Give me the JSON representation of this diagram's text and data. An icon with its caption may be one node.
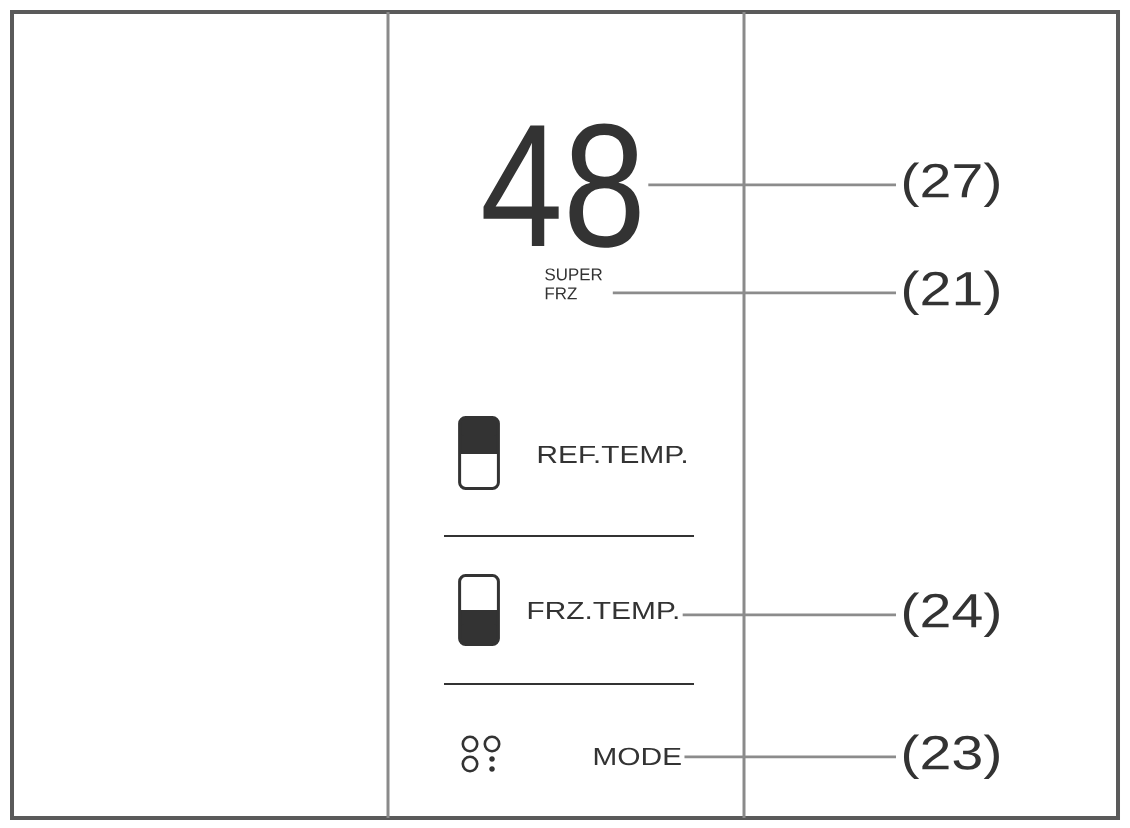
{
  "diagram": {
    "nodes": [
      {
        "text": [
          "48"
        ]
      },
      {
        "text": [
          "(27)"
        ]
      },
      {
        "text": [
          "SUPER FRZ"
        ]
      },
      {
        "text": [
          "(21)"
        ]
      },
      {
        "text": [
          "FRZ.TEMP."
        ]
      },
      {
        "text": [
          "(24)"
        ]
      },
      {
        "text": [
          "MODE"
        ]
      },
      {
        "text": [
          "(23)"
        ]
      }
    ],
    "edges": [
      {
        "from": 1,
        "to": 0,
        "arrow": "none"
      },
      {
        "from": 3,
        "to": 2,
        "arrow": "none"
      },
      {
        "from": 5,
        "to": 4,
        "arrow": "none"
      },
      {
        "from": 7,
        "to": 6,
        "arrow": "none"
      }
    ],
    "labels": [
      "REF.TEMP."
    ]
  }
}
